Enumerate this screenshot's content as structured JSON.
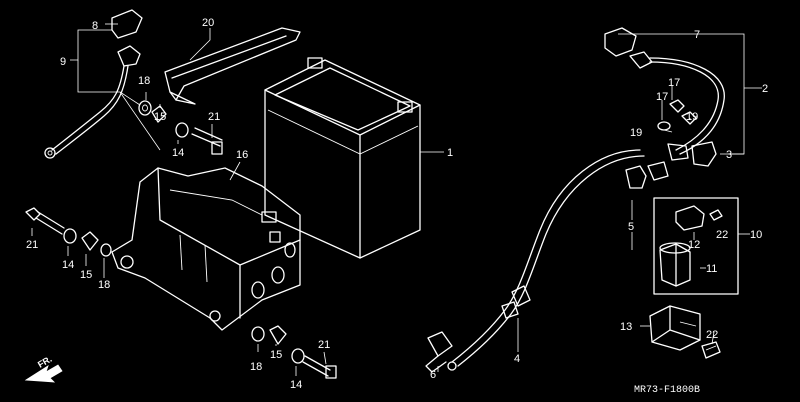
{
  "diagram": {
    "code": "MR73-F1800B",
    "front_marker": "FR.",
    "callouts": [
      {
        "label": "1"
      },
      {
        "label": "2"
      },
      {
        "label": "3"
      },
      {
        "label": "4"
      },
      {
        "label": "5"
      },
      {
        "label": "6"
      },
      {
        "label": "7"
      },
      {
        "label": "8"
      },
      {
        "label": "9"
      },
      {
        "label": "10"
      },
      {
        "label": "11"
      },
      {
        "label": "12"
      },
      {
        "label": "13"
      },
      {
        "label": "14"
      },
      {
        "label": "14"
      },
      {
        "label": "14"
      },
      {
        "label": "15"
      },
      {
        "label": "15"
      },
      {
        "label": "15"
      },
      {
        "label": "16"
      },
      {
        "label": "17"
      },
      {
        "label": "17"
      },
      {
        "label": "18"
      },
      {
        "label": "18"
      },
      {
        "label": "18"
      },
      {
        "label": "19"
      },
      {
        "label": "19"
      },
      {
        "label": "20"
      },
      {
        "label": "21"
      },
      {
        "label": "21"
      },
      {
        "label": "21"
      },
      {
        "label": "22"
      },
      {
        "label": "22"
      }
    ]
  }
}
